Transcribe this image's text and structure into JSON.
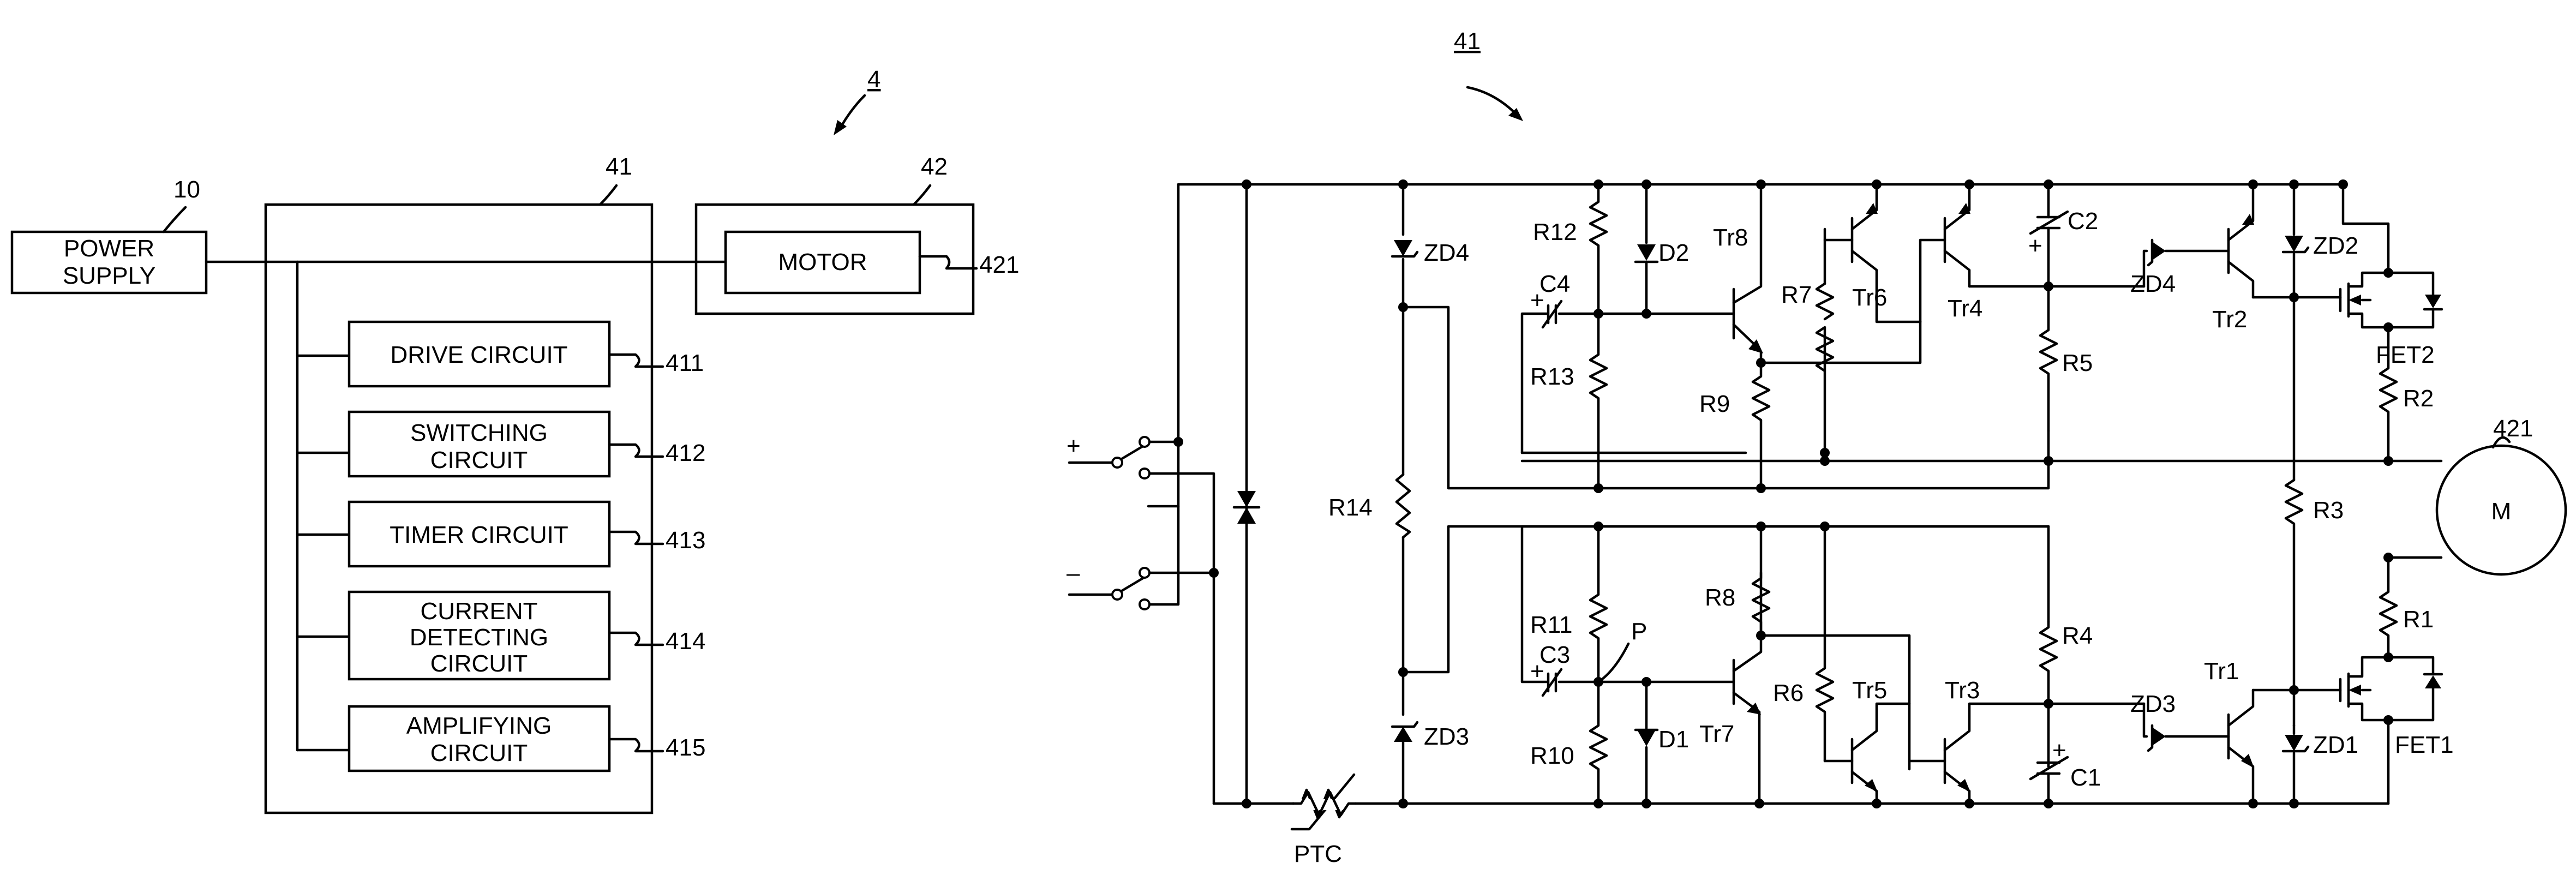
{
  "block_diagram": {
    "system_ref": "4",
    "power_supply": {
      "label_line1": "POWER",
      "label_line2": "SUPPLY",
      "ref": "10"
    },
    "controller": {
      "ref": "41"
    },
    "motor_unit": {
      "ref": "42",
      "motor_label": "MOTOR",
      "motor_ref": "421"
    },
    "circuits": [
      {
        "line1": "DRIVE CIRCUIT",
        "line2": "",
        "line3": "",
        "ref": "411"
      },
      {
        "line1": "SWITCHING",
        "line2": "CIRCUIT",
        "line3": "",
        "ref": "412"
      },
      {
        "line1": "TIMER CIRCUIT",
        "line2": "",
        "line3": "",
        "ref": "413"
      },
      {
        "line1": "CURRENT",
        "line2": "DETECTING",
        "line3": "CIRCUIT",
        "ref": "414"
      },
      {
        "line1": "AMPLIFYING",
        "line2": "CIRCUIT",
        "line3": "",
        "ref": "415"
      }
    ]
  },
  "schematic": {
    "ref": "41",
    "terminal_plus": "+",
    "terminal_minus": "–",
    "motor_symbol": "M",
    "motor_ref": "421",
    "labels": {
      "ZD4a": "ZD4",
      "ZD4b": "ZD4",
      "ZD3a": "ZD3",
      "ZD3b": "ZD3",
      "ZD2": "ZD2",
      "ZD1": "ZD1",
      "R1": "R1",
      "R2": "R2",
      "R3": "R3",
      "R4": "R4",
      "R5": "R5",
      "R6": "R6",
      "R7": "R7",
      "R8": "R8",
      "R9": "R9",
      "R10": "R10",
      "R11": "R11",
      "R12": "R12",
      "R13": "R13",
      "R14": "R14",
      "D1": "D1",
      "D2": "D2",
      "C1": "C1",
      "C2": "C2",
      "C3": "C3",
      "C4": "C4",
      "Tr1": "Tr1",
      "Tr2": "Tr2",
      "Tr3": "Tr3",
      "Tr4": "Tr4",
      "Tr5": "Tr5",
      "Tr6": "Tr6",
      "Tr7": "Tr7",
      "Tr8": "Tr8",
      "FET1": "FET1",
      "FET2": "FET2",
      "P": "P",
      "PTC": "PTC",
      "plus": "+"
    }
  }
}
